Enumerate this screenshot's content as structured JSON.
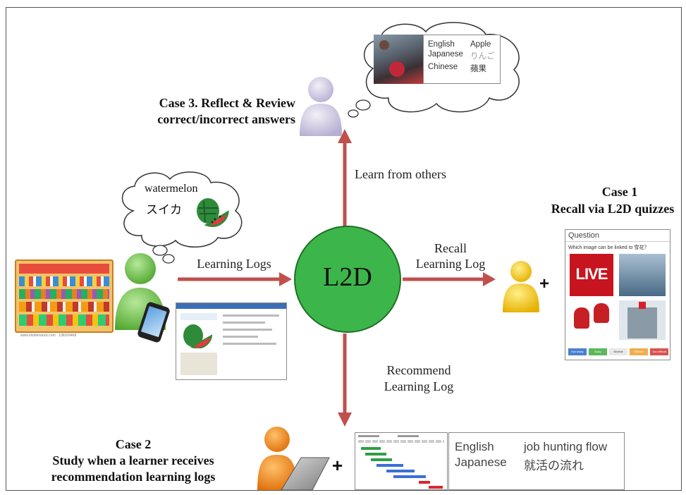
{
  "center": {
    "label": "L2D",
    "fill": "#3cb64a",
    "stroke": "#1f6e25"
  },
  "arrows": {
    "color": "#c0504d",
    "learning_logs": "Learning Logs",
    "learn_from_others": "Learn from others",
    "recall_line1": "Recall",
    "recall_line2": "Learning Log",
    "recommend_line1": "Recommend",
    "recommend_line2": "Learning Log"
  },
  "case1": {
    "title_line1": "Case 1",
    "title_line2": "Recall via L2D quizzes",
    "plus": "+",
    "quiz": {
      "header": "Question",
      "prompt": "Which image can be linked to 雪花？",
      "image_word": "LIVE",
      "buttons": [
        {
          "label": "Not today",
          "color": "#4a7fd0"
        },
        {
          "label": "Easy",
          "color": "#5cb85c"
        },
        {
          "label": "Normal",
          "color": "#e8e8e8"
        },
        {
          "label": "Difficult",
          "color": "#f0ad4e"
        },
        {
          "label": "Too difficult",
          "color": "#d9534f"
        }
      ]
    },
    "person_color": "#f5c400"
  },
  "case2": {
    "title_line1": "Case 2",
    "title_line2": "Study when a learner receives",
    "title_line3": "recommendation learning logs",
    "plus": "+",
    "vocab": [
      {
        "lang": "English",
        "word": "job hunting flow"
      },
      {
        "lang": "Japanese",
        "word": "就活の流れ"
      }
    ],
    "person_color": "#f28a1e"
  },
  "case3": {
    "title_line1": "Case 3. Reflect & Review",
    "title_line2": "correct/incorrect answers",
    "vocab": [
      {
        "lang": "English",
        "word": "Apple"
      },
      {
        "lang": "Japanese",
        "word": "りんご"
      },
      {
        "lang": "Chinese",
        "word": "蘋果"
      }
    ],
    "person_color": "#c8c2dc"
  },
  "learner": {
    "thought_line1": "watermelon",
    "thought_line2": "スイカ",
    "person_color": "#6cc04a",
    "store_caption": "www.shutterstock.com · 108169468"
  }
}
